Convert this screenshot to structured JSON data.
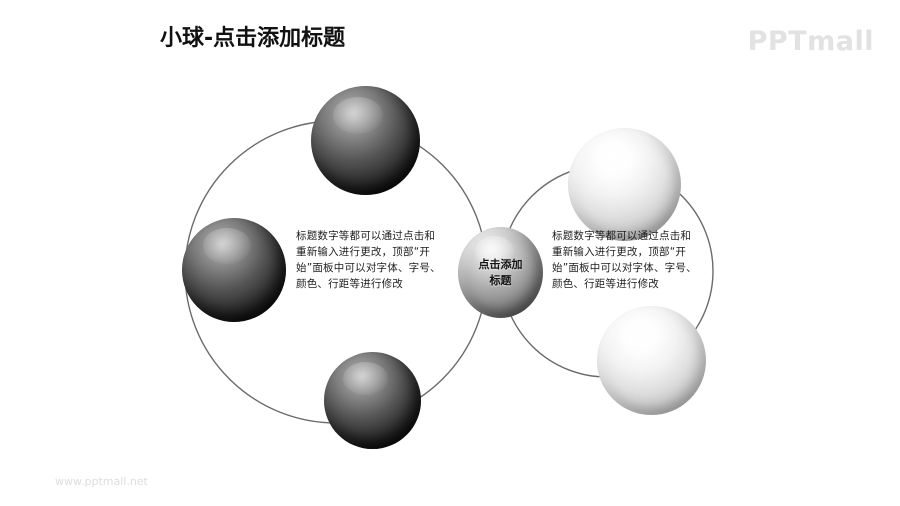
{
  "slide": {
    "title": "小球-点击添加标题",
    "brand": "PPTmall",
    "footer_url": "www.pptmall.net",
    "background_color": "#ffffff",
    "title_color": "#111111",
    "brand_color": "#e2e2e2",
    "footer_color": "#dddddd",
    "ring_color": "#6b6b6b"
  },
  "diagram": {
    "center_node": {
      "label_line1": "点击添加",
      "label_line2": "标题",
      "style": "mid-gray-sphere"
    },
    "left_group": {
      "ring_name": "left-ring",
      "text": "标题数字等都可以通过点击和重新输入进行更改，顶部“开始”面板中可以对字体、字号、颜色、行距等进行修改",
      "nodes": [
        {
          "name": "node-top-left",
          "style": "dark-sphere"
        },
        {
          "name": "node-left",
          "style": "dark-sphere"
        },
        {
          "name": "node-bottom-left",
          "style": "dark-sphere"
        }
      ]
    },
    "right_group": {
      "ring_name": "right-ring",
      "text": "标题数字等都可以通过点击和重新输入进行更改，顶部“开始”面板中可以对字体、字号、颜色、行距等进行修改",
      "nodes": [
        {
          "name": "node-top-right",
          "style": "light-sphere"
        },
        {
          "name": "node-bottom-right",
          "style": "light-sphere"
        }
      ]
    }
  }
}
